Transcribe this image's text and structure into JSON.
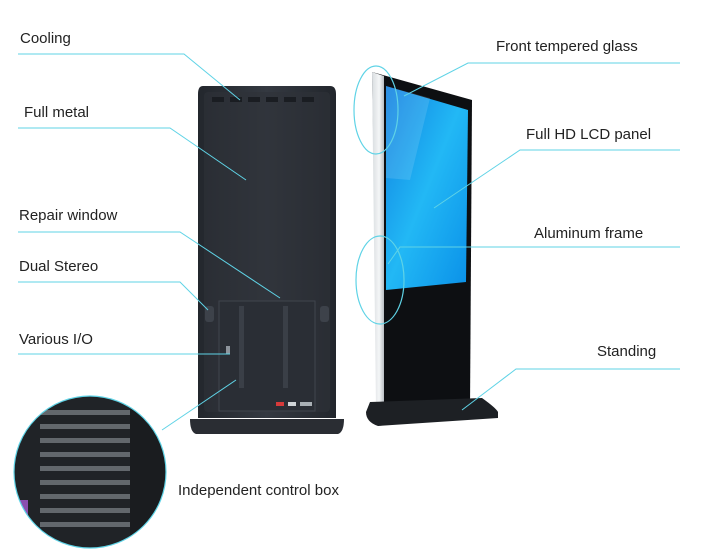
{
  "labels": {
    "cooling": "Cooling",
    "full_metal": "Full metal",
    "repair_window": "Repair window",
    "dual_stereo": "Dual Stereo",
    "various_io": "Various I/O",
    "independent_control_box": "Independent control box",
    "front_tempered_glass": "Front tempered glass",
    "full_hd_lcd_panel": "Full HD LCD panel",
    "aluminum_frame": "Aluminum frame",
    "standing": "Standing"
  },
  "colors": {
    "leader_line": "#5fd3e6",
    "screen": "#19a9ef",
    "cabinet": "#2b2f36",
    "background": "#ffffff"
  }
}
